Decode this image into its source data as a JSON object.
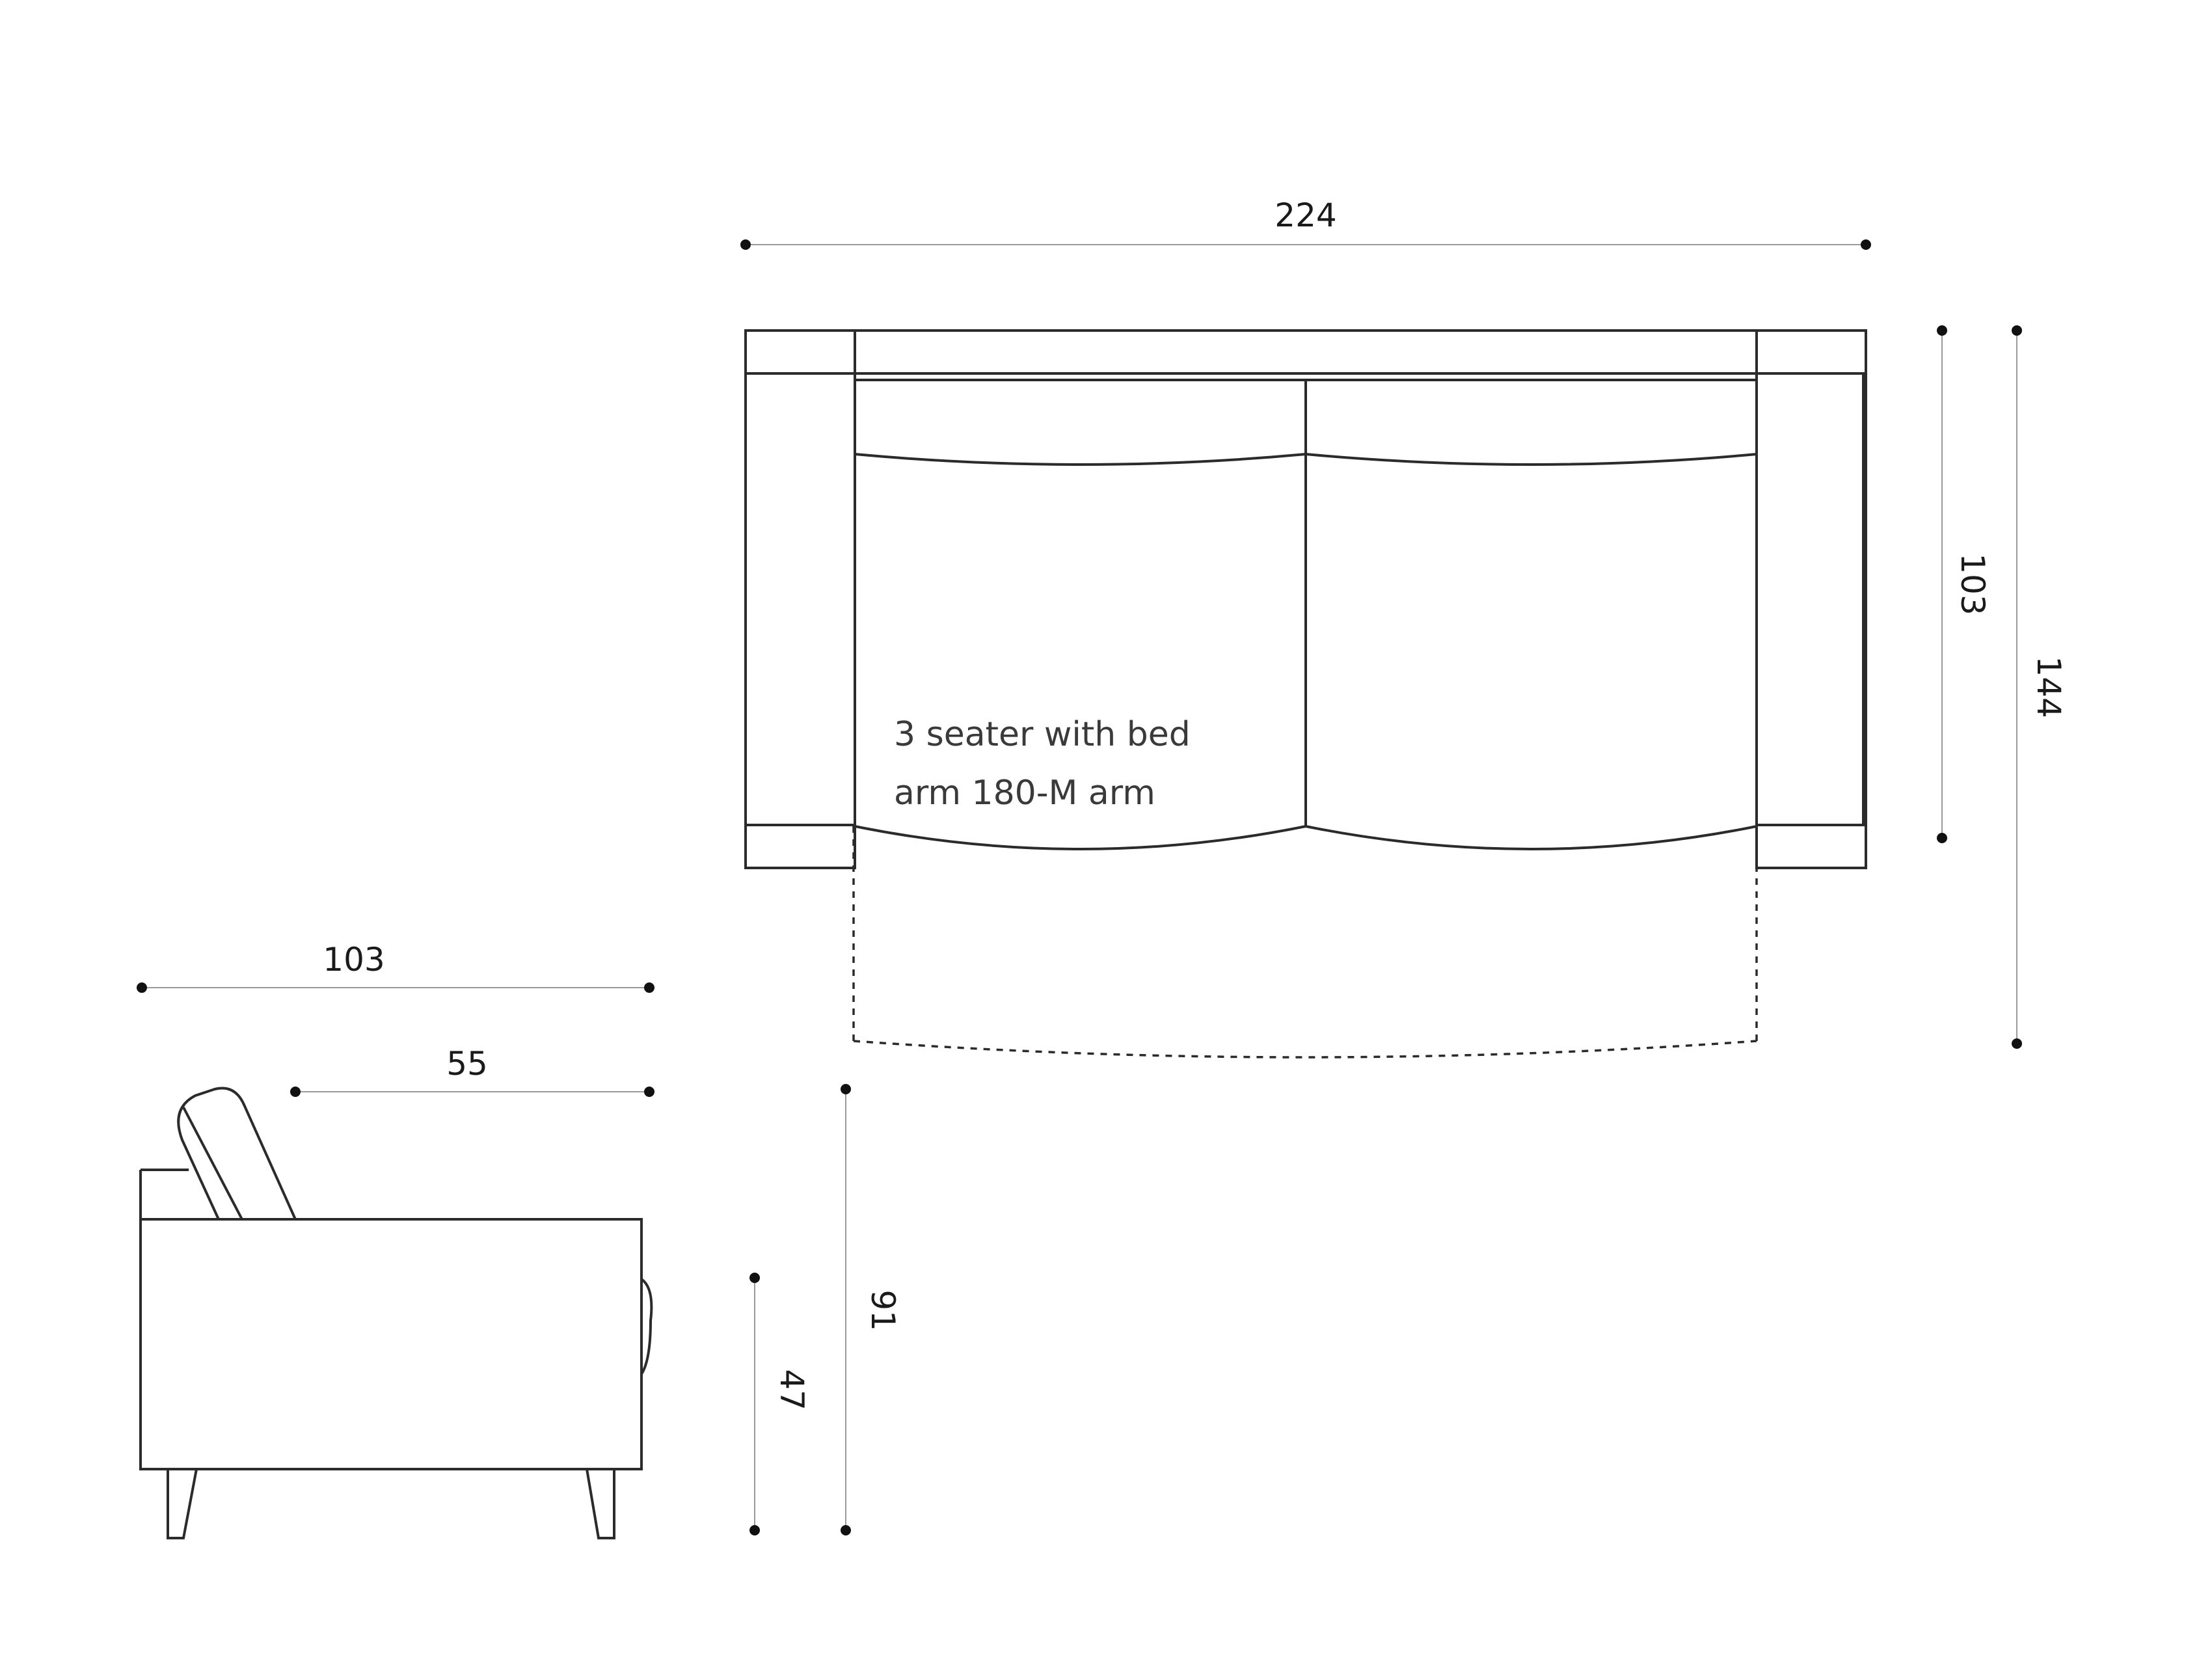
{
  "product_label": {
    "line1": "3 seater with bed",
    "line2": "arm 180-M arm"
  },
  "dimensions": {
    "top_width": "224",
    "top_depth_seat": "103",
    "top_depth_bed_open": "144",
    "side_depth": "103",
    "side_seat_depth": "55",
    "side_height": "91",
    "side_seat_height": "47"
  },
  "colors": {
    "outline": "#2b2b2b",
    "dimension_line": "#9a9a9a",
    "dimension_dot": "#111111"
  }
}
